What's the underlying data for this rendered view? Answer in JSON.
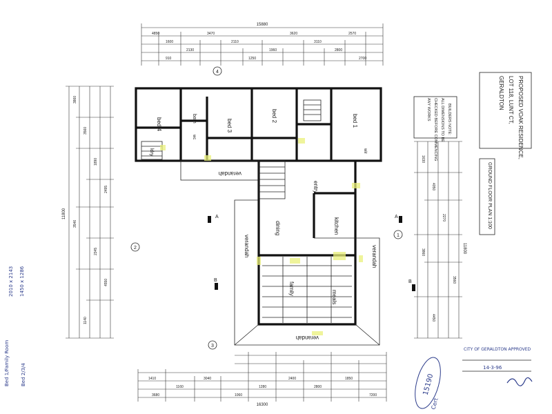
{
  "title_block": {
    "lines": [
      "PROPOSED VOAK RESIDENCE,",
      "LOT 118, LUNT CT,",
      "GERALDTON"
    ]
  },
  "builders_note": {
    "lines": [
      "BUILDERS NOTE:",
      "ALL DIMENSIONS TO BE",
      "CHECKED BEFORE COMMENCING",
      "ANY WORKS"
    ]
  },
  "plan_title": "GROUND FLOOR PLAN 1:100",
  "rooms": {
    "bed4": "bed 4",
    "bed3": "bed 3",
    "bed2": "bed 2",
    "bed1": "bed 1",
    "bath": "bath",
    "wc": "wc",
    "ldry": "ldry",
    "entry": "entry",
    "dining": "dining",
    "kitchen": "kitchen",
    "family": "family",
    "meals": "meals",
    "wir": "wir",
    "verandah_top": "verandah",
    "verandah_left": "verandah",
    "verandah_right": "verandah",
    "verandah_bottom": "verandah"
  },
  "section_marks": {
    "a": "A",
    "b": "B"
  },
  "elevation_marks": [
    "1",
    "2",
    "3",
    "4"
  ],
  "dims": {
    "top_overall": "15880",
    "bottom_overall": "16300",
    "left_overall": "11800",
    "right_overall": "11800"
  },
  "handwritten": {
    "left_note_1": "2010 x 2143",
    "left_note_2": "1450 x 1286",
    "left_note_3": "Bed 1/Family Room",
    "left_note_4": "Bed 2/3/4",
    "stamp_no": "15190",
    "stamp_prefix": "Cert",
    "approved": "CITY OF GERALDTON APPROVED",
    "date": "14-3-96"
  },
  "colors": {
    "highlight": "#e9f07a",
    "ink": "#1a1a1a",
    "handwriting": "#2a3a8a"
  }
}
